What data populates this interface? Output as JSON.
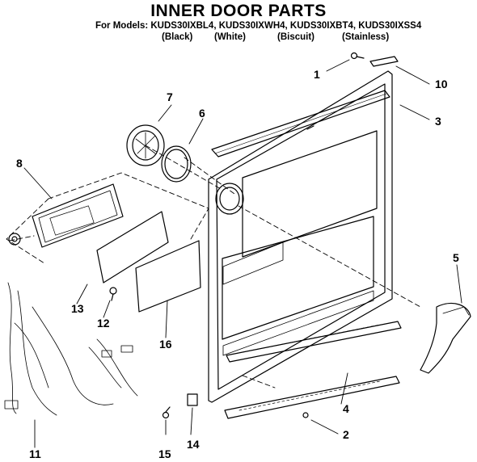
{
  "title": "INNER DOOR PARTS",
  "models_line": "For Models: KUDS30IXBL4, KUDS30IXWH4, KUDS30IXBT4, KUDS30IXSS4",
  "variants": [
    "(Black)",
    "(White)",
    "(Biscuit)",
    "(Stainless)"
  ],
  "callouts": {
    "c1": "1",
    "c2": "2",
    "c3": "3",
    "c4": "4",
    "c5": "5",
    "c6": "6",
    "c7": "7",
    "c8": "8",
    "c10": "10",
    "c11": "11",
    "c12": "12",
    "c13": "13",
    "c14": "14",
    "c15": "15",
    "c16": "16"
  }
}
